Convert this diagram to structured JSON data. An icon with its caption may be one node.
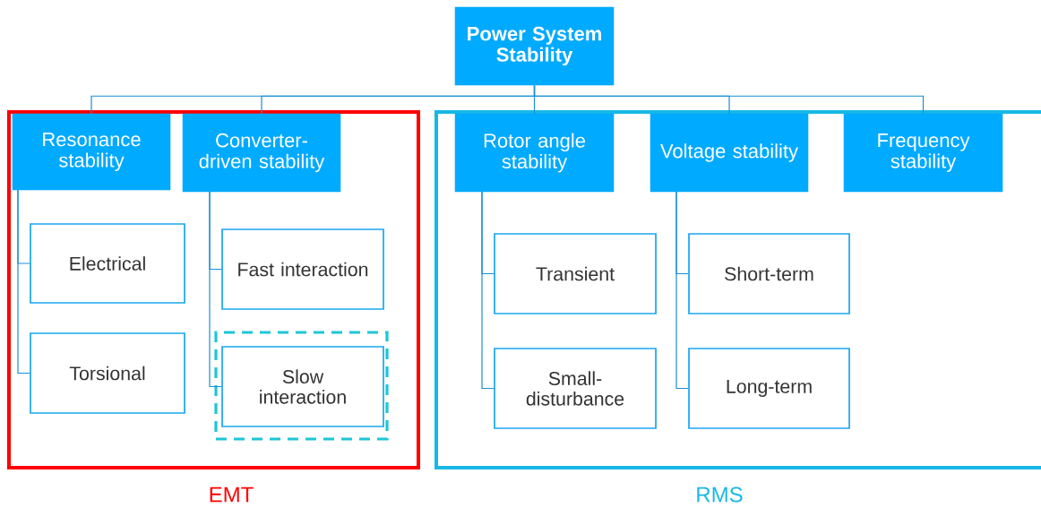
{
  "diagram": {
    "nodes": [
      {
        "text": [
          "Power System Stability"
        ]
      },
      {
        "text": [
          "EMT"
        ]
      },
      {
        "text": [
          "Resonance stability"
        ],
        "in": 1
      },
      {
        "text": [
          "Converter-driven stability"
        ],
        "in": 1
      },
      {
        "text": [
          "Electrical"
        ],
        "in": 1
      },
      {
        "text": [
          "Torsional"
        ],
        "in": 1
      },
      {
        "text": [
          "Fast interaction"
        ],
        "in": 1
      },
      {
        "text": [],
        "shape": "box",
        "in": 1
      },
      {
        "text": [
          "Slow interaction"
        ],
        "in": 7
      },
      {
        "text": [
          "RMS"
        ]
      },
      {
        "text": [
          "Rotor angle stability"
        ],
        "in": 9
      },
      {
        "text": [
          "Voltage stability"
        ],
        "in": 9
      },
      {
        "text": [
          "Frequency stability"
        ],
        "in": 9
      },
      {
        "text": [
          "Transient"
        ],
        "in": 9
      },
      {
        "text": [
          "Small-disturbance"
        ],
        "in": 9
      },
      {
        "text": [
          "Short-term"
        ],
        "in": 9
      },
      {
        "text": [
          "Long-term"
        ],
        "in": 9
      }
    ],
    "edges": [
      {
        "from": 0,
        "to": 2,
        "arrow": "none"
      },
      {
        "from": 0,
        "to": 3,
        "arrow": "none"
      },
      {
        "from": 0,
        "to": 10,
        "arrow": "none"
      },
      {
        "from": 0,
        "to": 11,
        "arrow": "none"
      },
      {
        "from": 0,
        "to": 12,
        "arrow": "none"
      },
      {
        "from": 2,
        "to": 4,
        "arrow": "none"
      },
      {
        "from": 2,
        "to": 5,
        "arrow": "none"
      },
      {
        "from": 3,
        "to": 6,
        "arrow": "none"
      },
      {
        "from": 3,
        "to": 8,
        "arrow": "none"
      },
      {
        "from": 10,
        "to": 13,
        "arrow": "none"
      },
      {
        "from": 10,
        "to": 14,
        "arrow": "none"
      },
      {
        "from": 11,
        "to": 15,
        "arrow": "none"
      },
      {
        "from": 11,
        "to": 16,
        "arrow": "none"
      }
    ]
  }
}
